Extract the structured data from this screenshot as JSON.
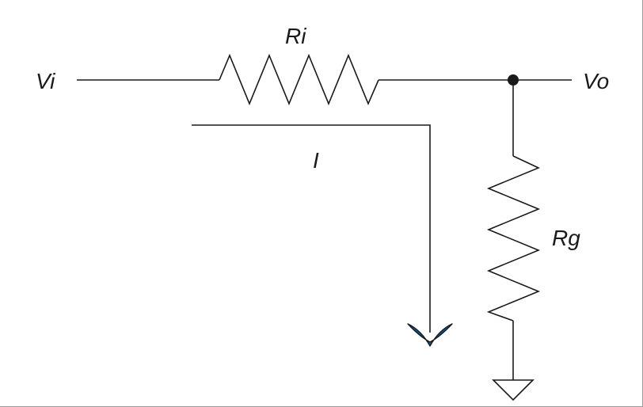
{
  "labels": {
    "input_voltage": "Vi",
    "output_voltage": "Vo",
    "input_resistor": "Ri",
    "ground_resistor": "Rg",
    "current": "I"
  },
  "colors": {
    "wire": "#1a1a1a",
    "arrowhead": "#0a5a9c",
    "frame": "#9a9a9a"
  },
  "icons": [
    "resistor-icon",
    "junction-dot-icon",
    "ground-icon",
    "current-arrow-icon"
  ]
}
